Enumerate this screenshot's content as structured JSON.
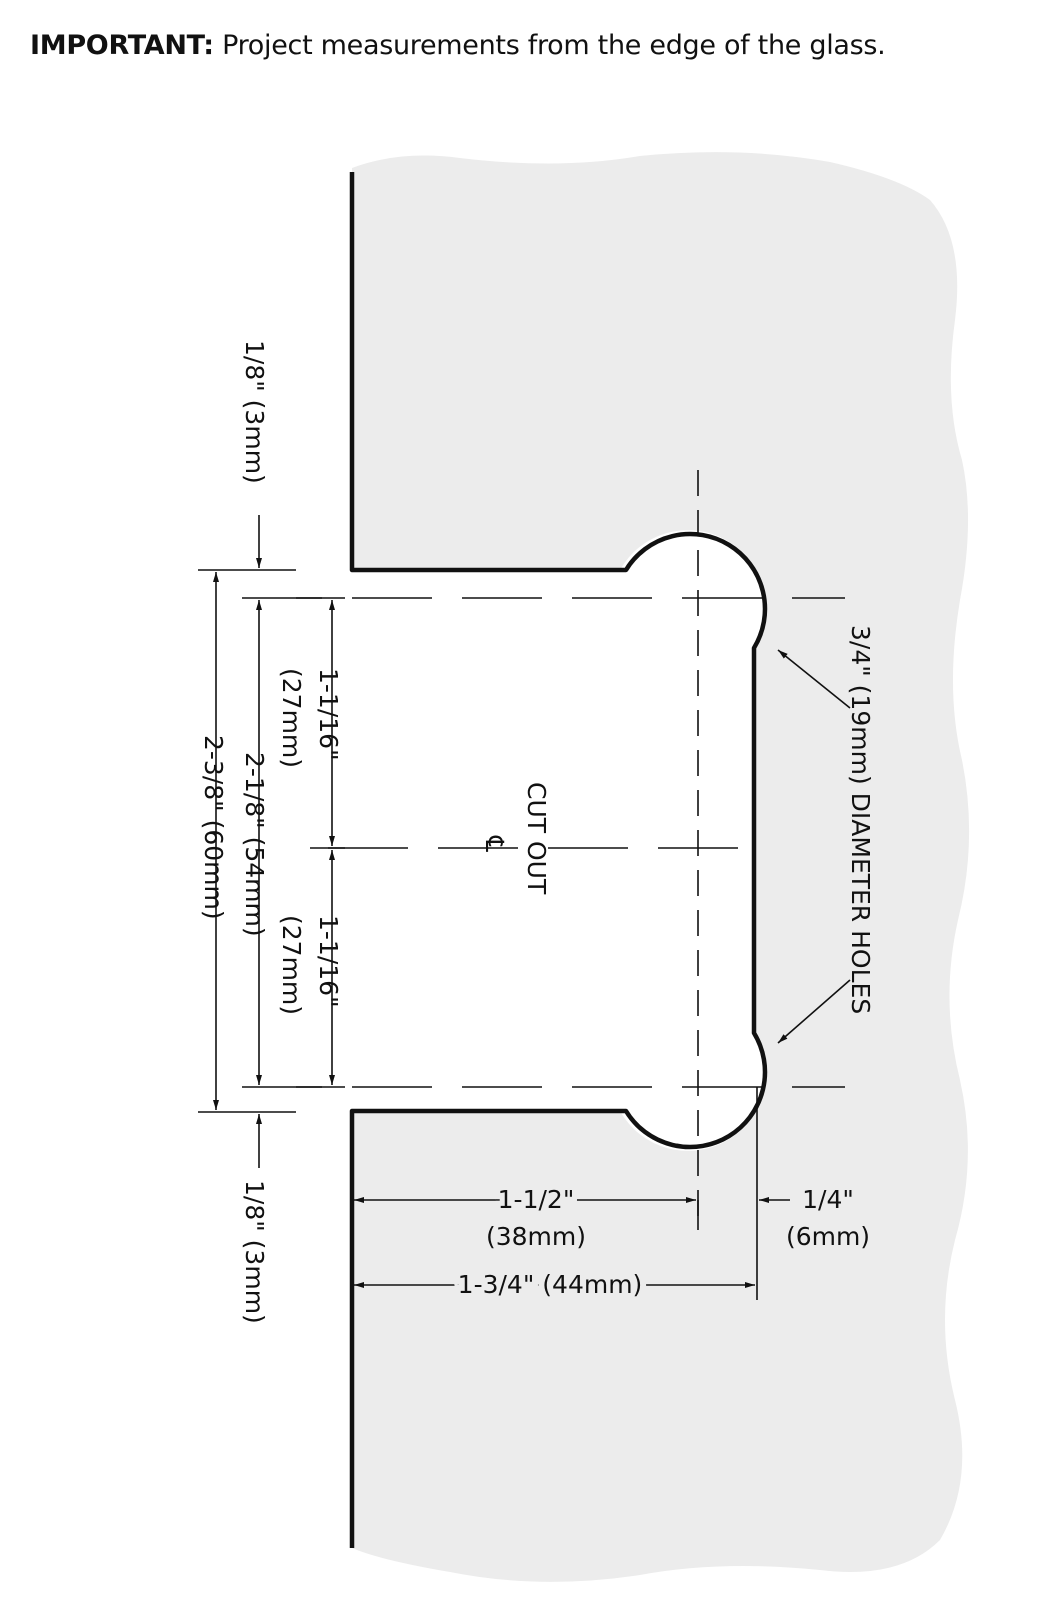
{
  "note": {
    "label": "IMPORTANT:",
    "text": "Project measurements from the edge of the glass."
  },
  "diagram": {
    "center_mark": "CUT OUT",
    "centerline_symbol": "℄",
    "holes_label": "3/4\" (19mm) DIAMETER HOLES",
    "dims": {
      "top_gap": "1/8\" (3mm)",
      "bottom_gap": "1/8\" (3mm)",
      "half_upper": "1-1/16\"",
      "half_upper_mm": "(27mm)",
      "half_lower": "1-1/16\"",
      "half_lower_mm": "(27mm)",
      "cutout_height": "2-1/8\" (54mm)",
      "overall_height": "2-3/8\" (60mm)",
      "depth_hole_center": "1-1/2\"",
      "depth_hole_center_mm": "(38mm)",
      "depth_total": "1-3/4\" (44mm)",
      "hole_edge": "1/4\"",
      "hole_edge_mm": "(6mm)"
    }
  },
  "colors": {
    "glass_fill": "#ececec",
    "line": "#111111"
  }
}
